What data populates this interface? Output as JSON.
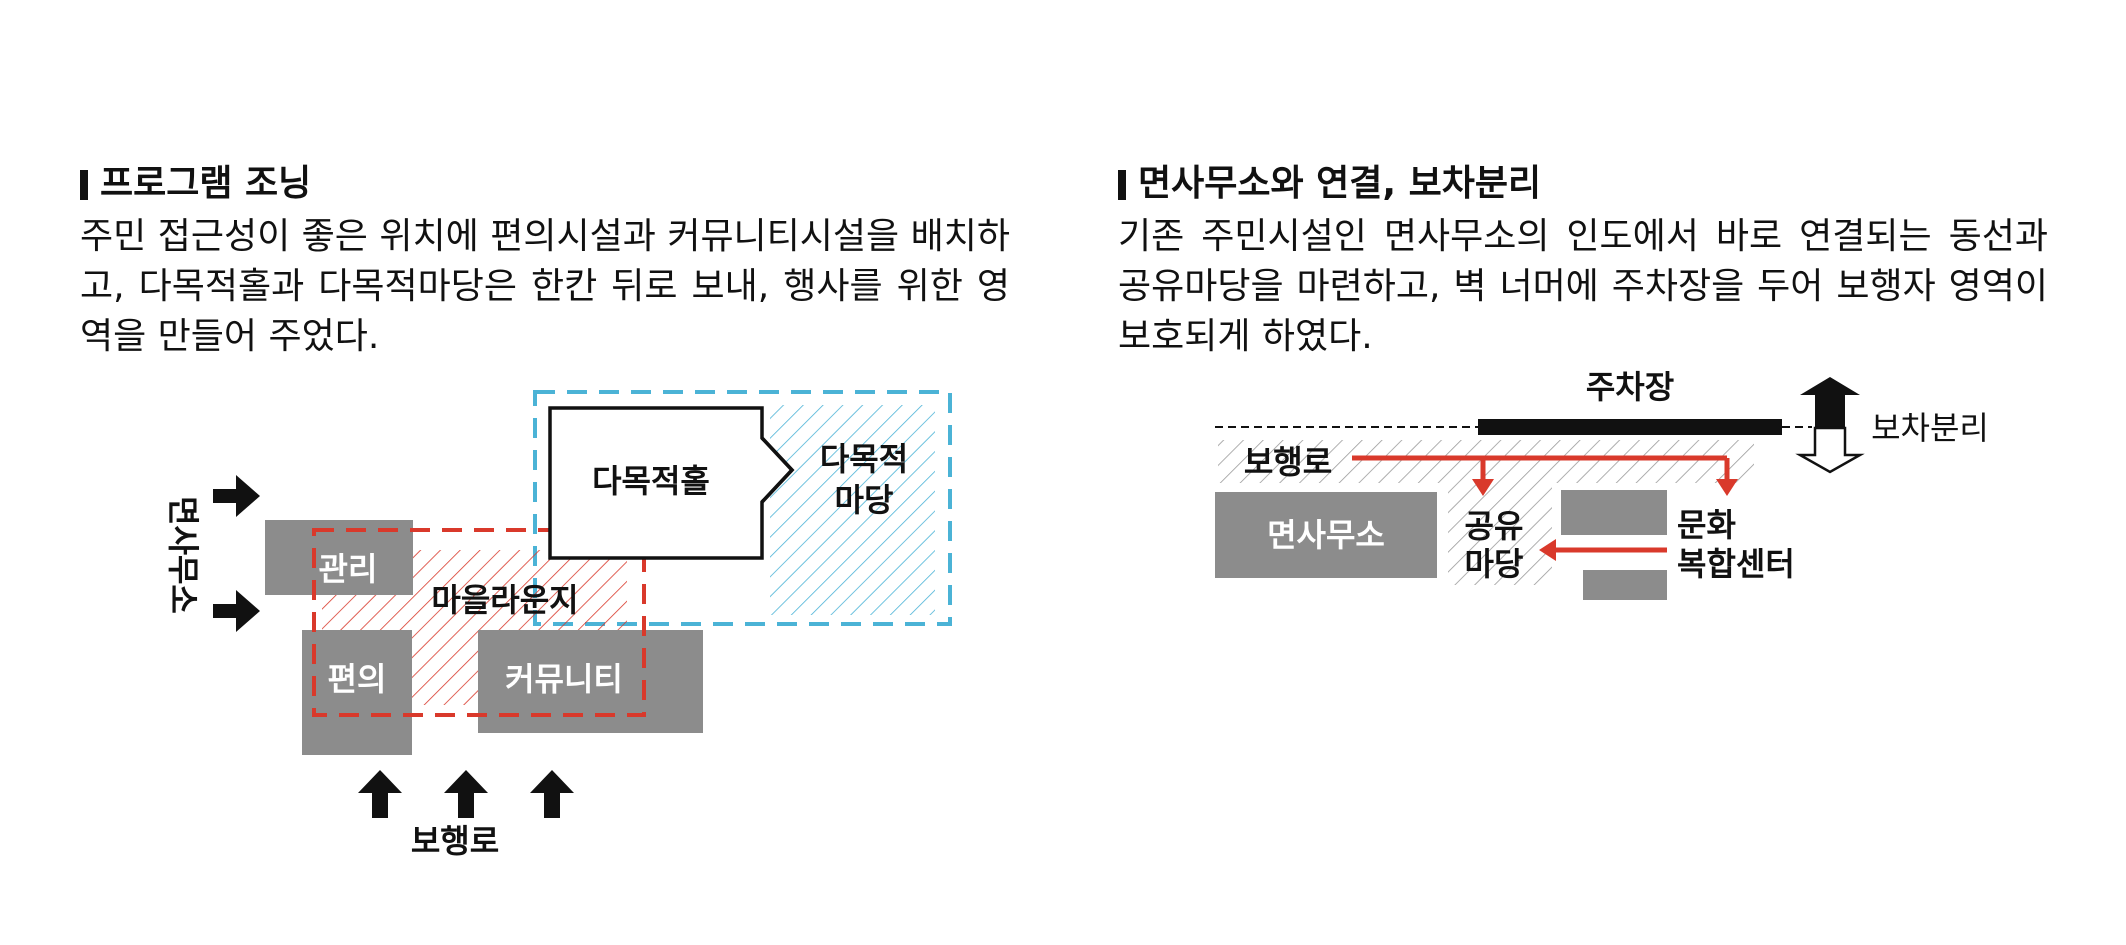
{
  "left_section": {
    "title": "프로그램 조닝",
    "description": "주민 접근성이 좋은 위치에 편의시설과 커뮤니티시설을 배치하고, 다목적홀과 다목적마당은 한칸 뒤로 보내, 행사를 위한 영역을 만들어 주었다.",
    "diagram": {
      "office_side_label": "면사무소",
      "walkway_label": "보행로",
      "admin_label": "관리",
      "convenience_label": "편의",
      "community_label": "커뮤니티",
      "lounge_label": "마을라운지",
      "hall_label": "다목적홀",
      "yard_label_line1": "다목적",
      "yard_label_line2": "마당"
    }
  },
  "right_section": {
    "title": "면사무소와 연결, 보차분리",
    "description": "기존 주민시설인 면사무소의 인도에서 바로 연결되는 동선과 공유마당을 마련하고, 벽 너머에 주차장을 두어 보행자 영역이 보호되게 하였다.",
    "diagram": {
      "parking_label": "주차장",
      "separation_label": "보차분리",
      "walkway_label": "보행로",
      "office_label": "면사무소",
      "shared_yard_line1": "공유",
      "shared_yard_line2": "마당",
      "culture_line1": "문화",
      "culture_line2": "복합센터"
    }
  },
  "colors": {
    "gray_block": "#8c8c8c",
    "red_accent": "#d9392b",
    "blue_accent": "#4bb3d6",
    "text": "#111111"
  }
}
